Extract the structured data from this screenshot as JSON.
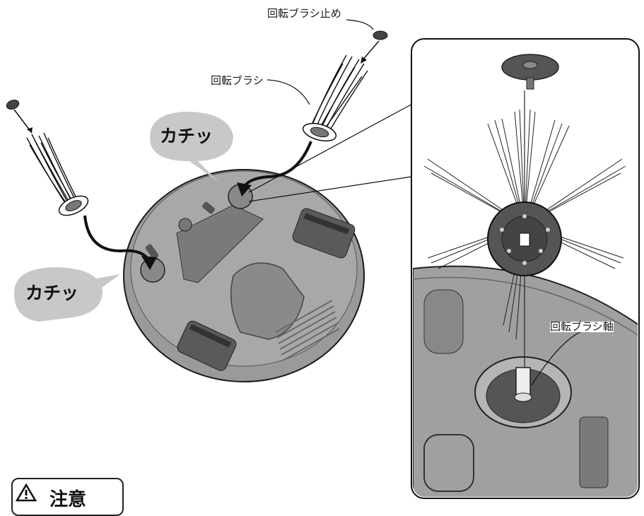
{
  "labels": {
    "brush_stopper": "回転ブラシ止め",
    "brush": "回転ブラシ",
    "brush_shaft": "回転ブラシ軸"
  },
  "sounds": {
    "click_right": "カチッ",
    "click_left": "カチッ"
  },
  "caution": {
    "text": "注意"
  },
  "colors": {
    "bubble": "#c8c8c8",
    "robot_body": "#9a9a9a",
    "robot_dark": "#6e6e6e",
    "line": "#1a1a1a",
    "brush_hub": "#555555"
  }
}
